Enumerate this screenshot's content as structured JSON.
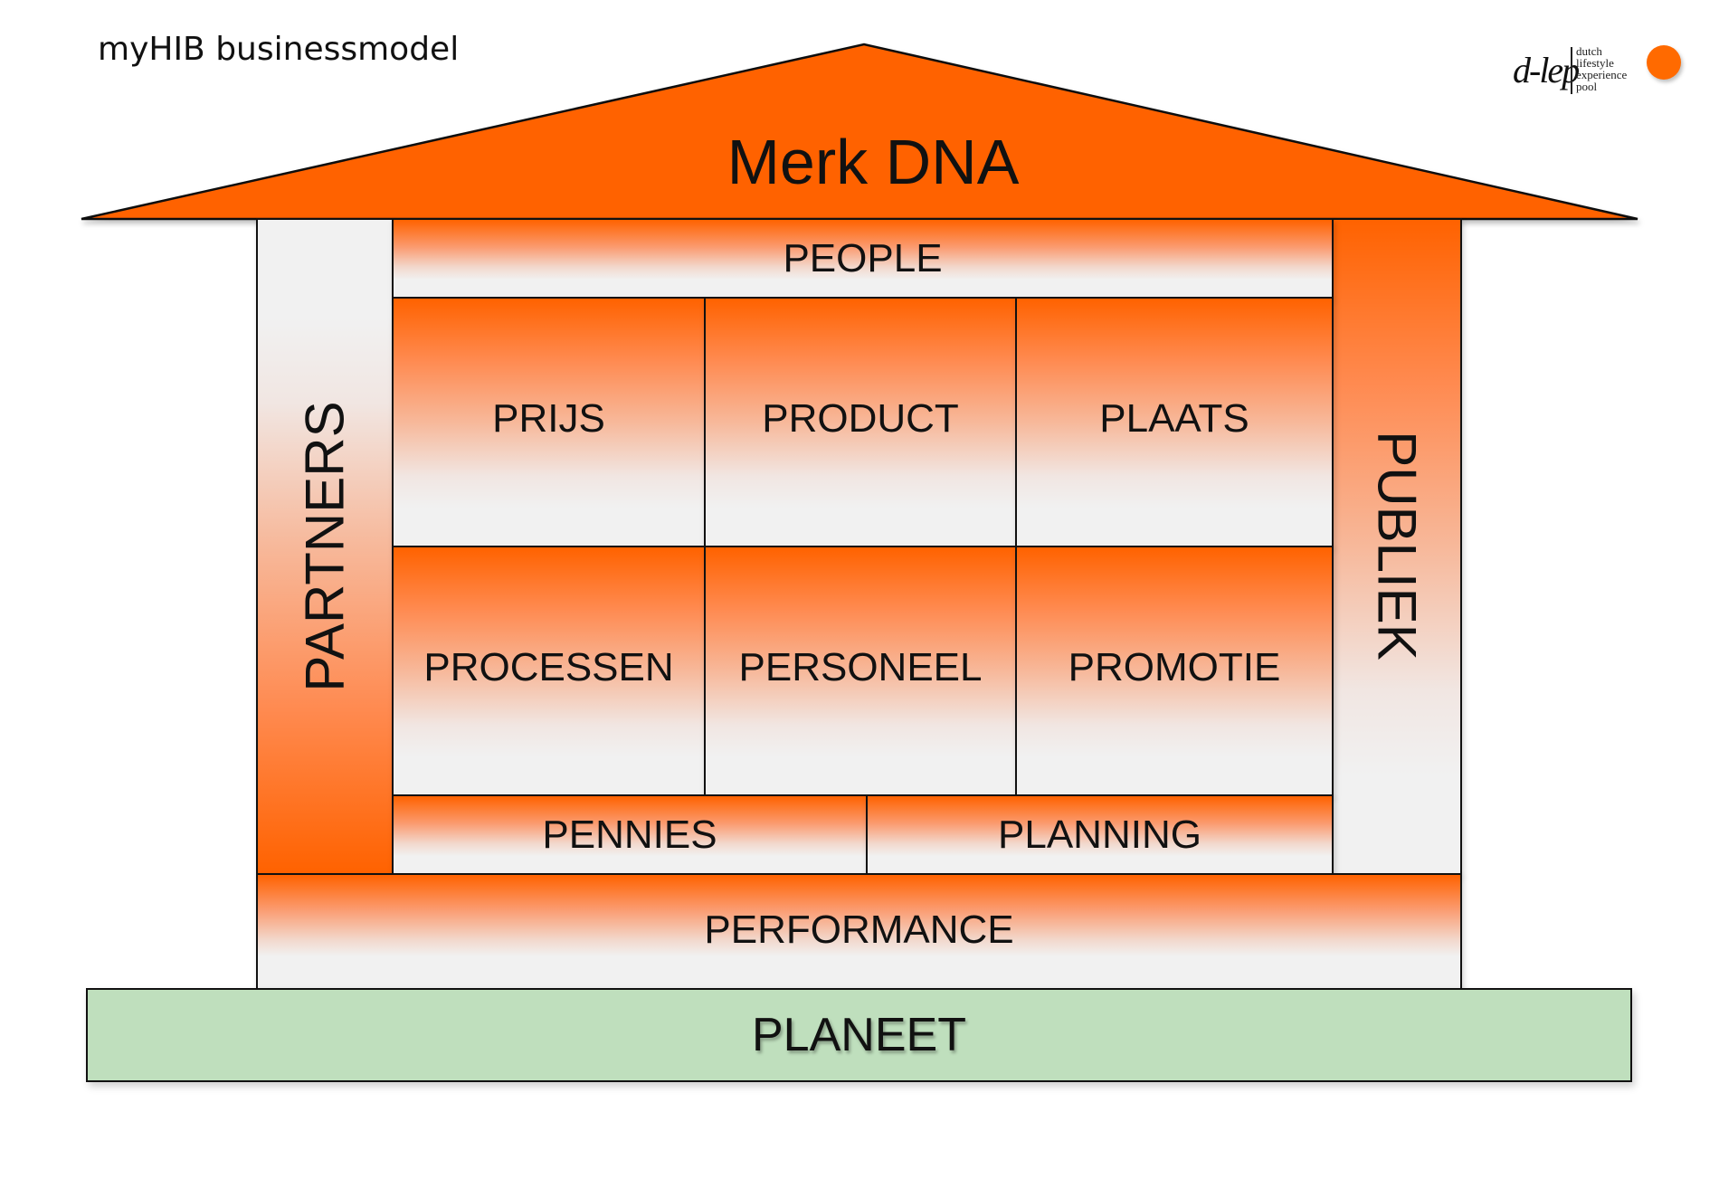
{
  "header": {
    "title": "myHIB businessmodel"
  },
  "logo": {
    "mark": "d-lep",
    "words": [
      "dutch",
      "lifestyle",
      "experience",
      "pool"
    ],
    "dot_color": "#ff6a00"
  },
  "diagram": {
    "roof": {
      "label": "Merk DNA",
      "color": "#ff6200"
    },
    "left_pillar": {
      "label": "PARTNERS"
    },
    "right_pillar": {
      "label": "PUBLIEK"
    },
    "top_beam": {
      "label": "PEOPLE"
    },
    "grid": [
      {
        "label": "PRIJS"
      },
      {
        "label": "PRODUCT"
      },
      {
        "label": "PLAATS"
      },
      {
        "label": "PROCESSEN"
      },
      {
        "label": "PERSONEEL"
      },
      {
        "label": "PROMOTIE"
      }
    ],
    "bottom_beams": [
      {
        "label": "PENNIES"
      },
      {
        "label": "PLANNING"
      }
    ],
    "floor": {
      "label": "PERFORMANCE"
    },
    "foundation": {
      "label": "PLANEET",
      "color": "#bfdfbd"
    }
  }
}
